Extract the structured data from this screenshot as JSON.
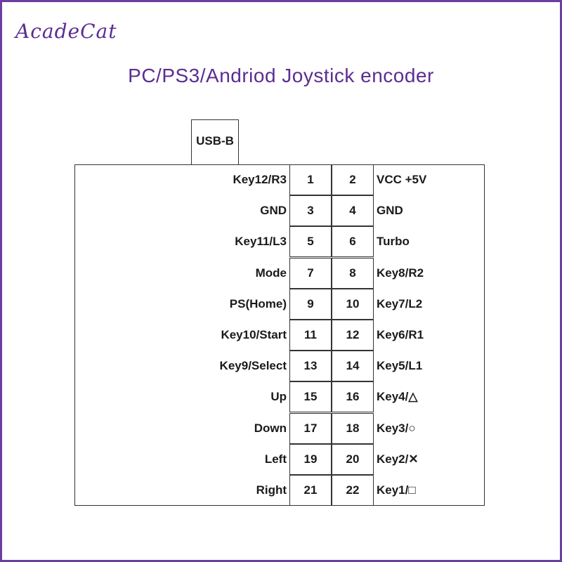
{
  "brand": "AcadeCat",
  "title": "PC/PS3/Andriod Joystick encoder",
  "connector": "USB-B",
  "rows": [
    {
      "left": "Key12/R3",
      "pin_a": "1",
      "pin_b": "2",
      "right": "VCC +5V"
    },
    {
      "left": "GND",
      "pin_a": "3",
      "pin_b": "4",
      "right": "GND"
    },
    {
      "left": "Key11/L3",
      "pin_a": "5",
      "pin_b": "6",
      "right": "Turbo"
    },
    {
      "left": "Mode",
      "pin_a": "7",
      "pin_b": "8",
      "right": "Key8/R2"
    },
    {
      "left": "PS(Home)",
      "pin_a": "9",
      "pin_b": "10",
      "right": "Key7/L2"
    },
    {
      "left": "Key10/Start",
      "pin_a": "11",
      "pin_b": "12",
      "right": "Key6/R1"
    },
    {
      "left": "Key9/Select",
      "pin_a": "13",
      "pin_b": "14",
      "right": "Key5/L1"
    },
    {
      "left": "Up",
      "pin_a": "15",
      "pin_b": "16",
      "right": "Key4/△"
    },
    {
      "left": "Down",
      "pin_a": "17",
      "pin_b": "18",
      "right": "Key3/○"
    },
    {
      "left": "Left",
      "pin_a": "19",
      "pin_b": "20",
      "right": "Key2/✕"
    },
    {
      "left": "Right",
      "pin_a": "21",
      "pin_b": "22",
      "right": "Key1/□"
    }
  ]
}
